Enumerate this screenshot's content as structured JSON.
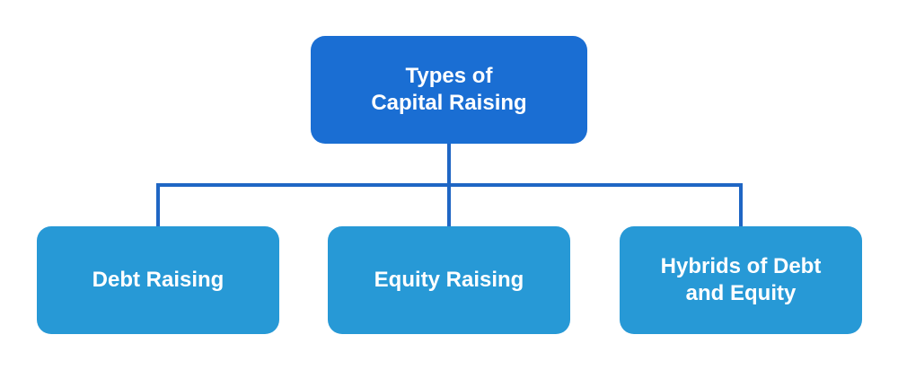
{
  "colors": {
    "background": "#ffffff",
    "root_fill": "#1a6ed3",
    "child_fill": "#2799d6",
    "connector": "#1f66c4"
  },
  "root": {
    "label": "Types of\nCapital Raising"
  },
  "children": [
    {
      "label": "Debt Raising"
    },
    {
      "label": "Equity Raising"
    },
    {
      "label": "Hybrids of Debt\nand Equity"
    }
  ]
}
